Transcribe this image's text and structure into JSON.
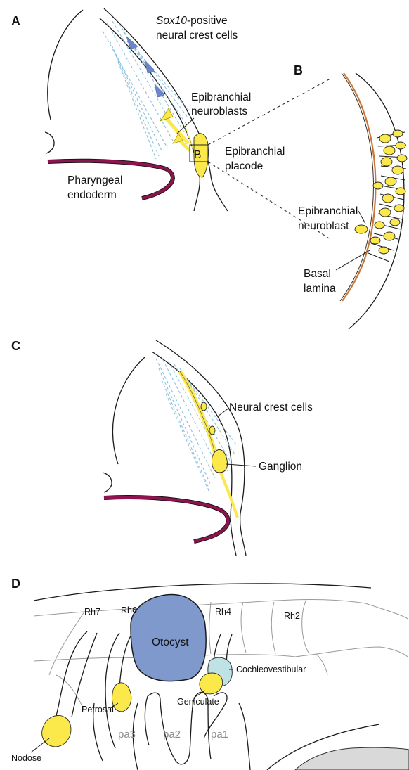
{
  "colors": {
    "neural_crest": "#8cc0dd",
    "migration_arrow": "#6b86c6",
    "placode_yellow": "#fbe84a",
    "endoderm": "#8e1450",
    "basal_lamina": "#c8773a",
    "otocyst": "#8099cc",
    "cochleovestibular": "#bfe3e4",
    "branchial_arch_label": "#8a8a8a"
  },
  "panels": {
    "A": {
      "letter": "A",
      "crest_label_italic": "Sox10",
      "crest_label_rest": "-positive",
      "crest_label_line2": "neural crest cells",
      "neuroblasts_line1": "Epibranchial",
      "neuroblasts_line2": "neuroblasts",
      "placode_line1": "Epibranchial",
      "placode_line2": "placode",
      "endoderm_line1": "Pharyngeal",
      "endoderm_line2": "endoderm",
      "inset_marker": "B"
    },
    "B": {
      "letter": "B",
      "neuroblast_line1": "Epibranchial",
      "neuroblast_line2": "neuroblast",
      "lamina_line1": "Basal",
      "lamina_line2": "lamina"
    },
    "C": {
      "letter": "C",
      "crest_label": "Neural crest cells",
      "ganglion_label": "Ganglion"
    },
    "D": {
      "letter": "D",
      "rhombomeres": [
        "Rh7",
        "Rh6",
        "Rh4",
        "Rh2"
      ],
      "otocyst": "Otocyst",
      "cochleovestibular": "Cochleovestibular",
      "geniculate": "Geniculate",
      "petrosal": "Petrosal",
      "nodose": "Nodose",
      "arches": [
        "pa3",
        "pa2",
        "pa1"
      ]
    }
  }
}
